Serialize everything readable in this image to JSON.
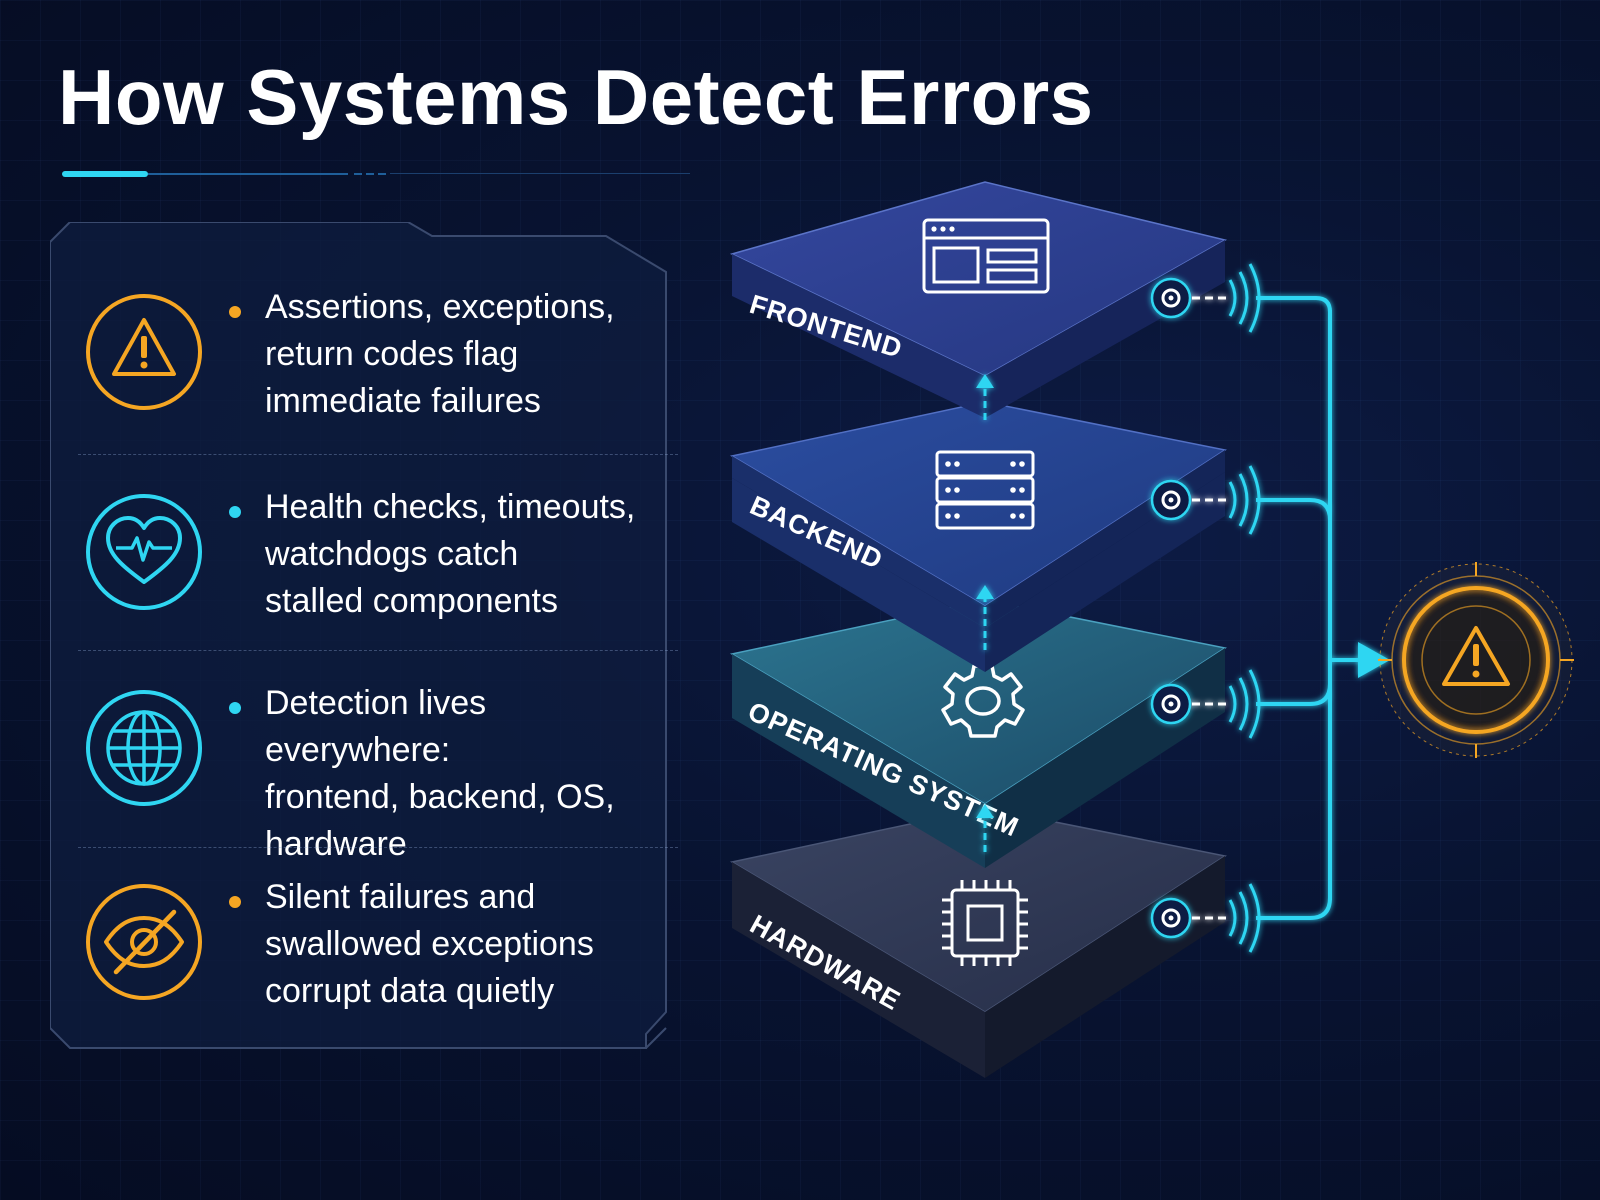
{
  "title": "How Systems Detect Errors",
  "colors": {
    "background": "#081331",
    "accent_cyan": "#2fd6f2",
    "accent_amber": "#f5a623",
    "panel_border": "#3a4a6e"
  },
  "items": [
    {
      "icon": "warning-icon",
      "bullet_color": "#f5a623",
      "text": "Assertions, exceptions,\nreturn codes flag\nimmediate failures"
    },
    {
      "icon": "heart-pulse-icon",
      "bullet_color": "#2fd6f2",
      "text": "Health checks, timeouts,\nwatchdogs catch\nstalled components"
    },
    {
      "icon": "globe-icon",
      "bullet_color": "#2fd6f2",
      "text": "Detection lives everywhere:\nfrontend, backend, OS,\nhardware"
    },
    {
      "icon": "eye-slash-icon",
      "bullet_color": "#f5a623",
      "text": "Silent failures and\nswallowed exceptions\ncorrupt data quietly"
    }
  ],
  "layers": [
    {
      "label": "FRONTEND",
      "icon": "browser-window-icon",
      "color": "#2a3f8f"
    },
    {
      "label": "BACKEND",
      "icon": "server-rack-icon",
      "color": "#27458f"
    },
    {
      "label": "OPERATING SYSTEM",
      "icon": "gear-icon",
      "color": "#1f5c78"
    },
    {
      "label": "HARDWARE",
      "icon": "cpu-chip-icon",
      "color": "#2b3450"
    }
  ],
  "alert_icon": "alert-target-icon"
}
